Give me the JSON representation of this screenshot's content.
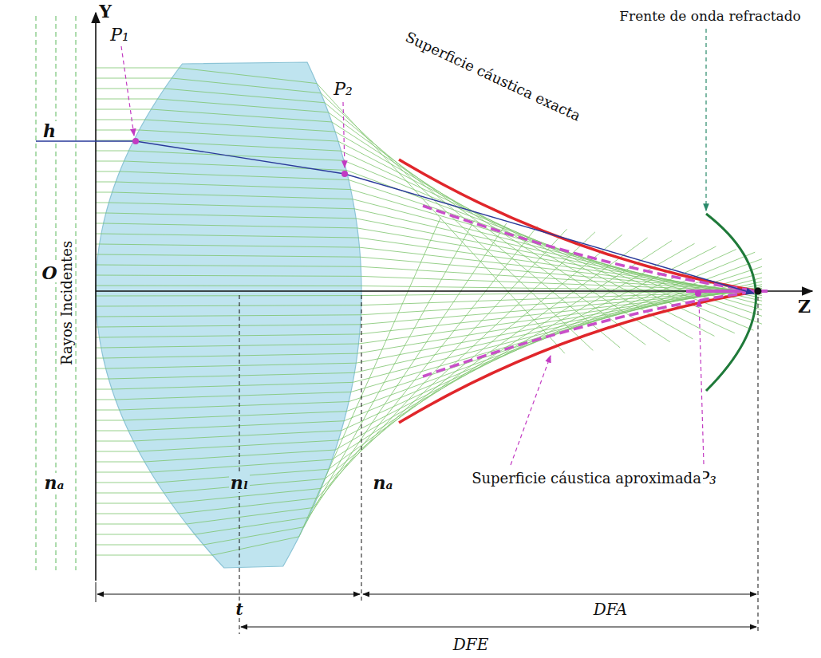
{
  "diagram": {
    "labels": [
      "Y",
      "P₁",
      "h",
      "P₂",
      "Frente de onda refractado",
      "Superficie cáustica exacta",
      "O",
      "Z",
      "Rayos Incidentes",
      "P₃",
      "nₐ",
      "nₗ",
      "nₐ",
      "Superficie cáustica aproximada",
      "t",
      "DFA",
      "DFE"
    ]
  }
}
